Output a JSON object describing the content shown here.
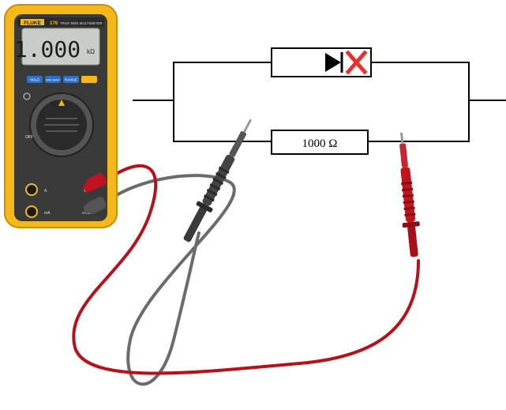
{
  "meter": {
    "brand": "FLUKE",
    "model": "179",
    "subtitle": "TRUE RMS MULTIMETER",
    "display_value": "1.000",
    "display_unit": "kΩ",
    "buttons": [
      "HOLD",
      "MIN MAX",
      "RANGE",
      ""
    ],
    "jack_com": "COM",
    "jack_v": "V",
    "jack_a": "A",
    "jack_ma": "mA",
    "dial_off": "OFF",
    "colors": {
      "body": "#f4b81c",
      "dark": "#2b2b2b",
      "lcd": "#c9cdc8",
      "button": "#2f6fc6",
      "button_yellow": "#f4b81c"
    }
  },
  "circuit": {
    "resistor_label": "1000 Ω",
    "diode_state": "open",
    "colors": {
      "wire": "#000000",
      "fault_mark": "#e8312c"
    }
  },
  "leads": {
    "black_color": "#4a4a4a",
    "red_color": "#c1121f"
  }
}
